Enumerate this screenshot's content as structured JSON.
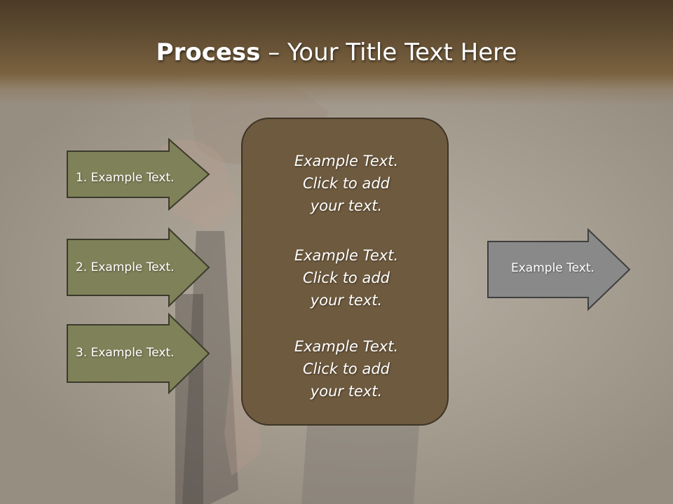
{
  "title": {
    "bold": "Process",
    "separator": " – ",
    "rest": "Your Title Text Here"
  },
  "left_arrows": [
    {
      "label": "1. Example Text."
    },
    {
      "label": "2. Example Text."
    },
    {
      "label": "3. Example Text."
    }
  ],
  "center_box": {
    "paragraphs": [
      {
        "lines": [
          "Example Text.",
          "Click  to add",
          "your text."
        ]
      },
      {
        "lines": [
          "Example Text.",
          "Click  to add",
          "your text."
        ]
      },
      {
        "lines": [
          "Example Text.",
          "Click  to add",
          "your text."
        ]
      }
    ]
  },
  "right_arrow": {
    "label": "Example Text."
  },
  "colors": {
    "left_arrow_fill": "#7f8159",
    "center_box_fill": "#6e5a3e",
    "right_arrow_fill": "#898989",
    "title_bar": "#5e4a31"
  }
}
